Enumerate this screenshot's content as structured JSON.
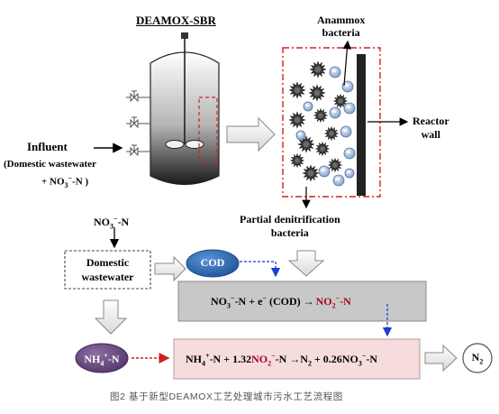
{
  "title": "DEAMOX-SBR",
  "top_labels": {
    "anammox": [
      "Anammox",
      "bacteria"
    ],
    "reactor_wall": [
      "Reactor",
      "wall"
    ],
    "partial_denit": [
      "Partial denitrification",
      "bacteria"
    ]
  },
  "influent": {
    "label": "Influent",
    "detail": "(Domestic wastewater",
    "detail2_prefix": "+ NO",
    "detail2_sub": "3",
    "detail2_sup": "−",
    "detail2_suffix": "-N )"
  },
  "flow": {
    "no3_label": {
      "prefix": "NO",
      "sub": "3",
      "sup": "−",
      "suffix": "-N"
    },
    "domestic": [
      "Domestic",
      "wastewater"
    ],
    "cod": "COD",
    "eq1": {
      "a": "NO",
      "a_sub": "3",
      "a_sup": "−",
      "b": "-N + e",
      "b_sup": "−",
      "c": " (COD) ",
      "d": "NO",
      "d_sub": "2",
      "d_sup": "−",
      "e": "-N"
    },
    "nh4": {
      "a": "NH",
      "a_sub": "4",
      "a_sup": "+",
      "b": "-N"
    },
    "eq2": {
      "a": "NH",
      "a_sub": "4",
      "a_sup": "+",
      "b": "-N + 1.32",
      "c": "NO",
      "c_sub": "2",
      "c_sup": "−",
      "d": "-N ",
      "e": "N",
      "e_sub": "2",
      "f": " + 0.26NO",
      "f_sub": "3",
      "f_sup": "−",
      "g": "-N"
    },
    "n2": {
      "a": "N",
      "a_sub": "2"
    }
  },
  "caption": "图2 基于新型DEAMOX工艺处理城市污水工艺流程图",
  "colors": {
    "accent_red": "#a8001e",
    "cod_blue": "#2f6db5",
    "nh4_purple": "#6a4a7e",
    "eq_gray": "#c8c8c8",
    "eq_pink": "#f6dcdc",
    "dashed_red": "#d02020",
    "dashed_blue": "#1a3fd4"
  }
}
